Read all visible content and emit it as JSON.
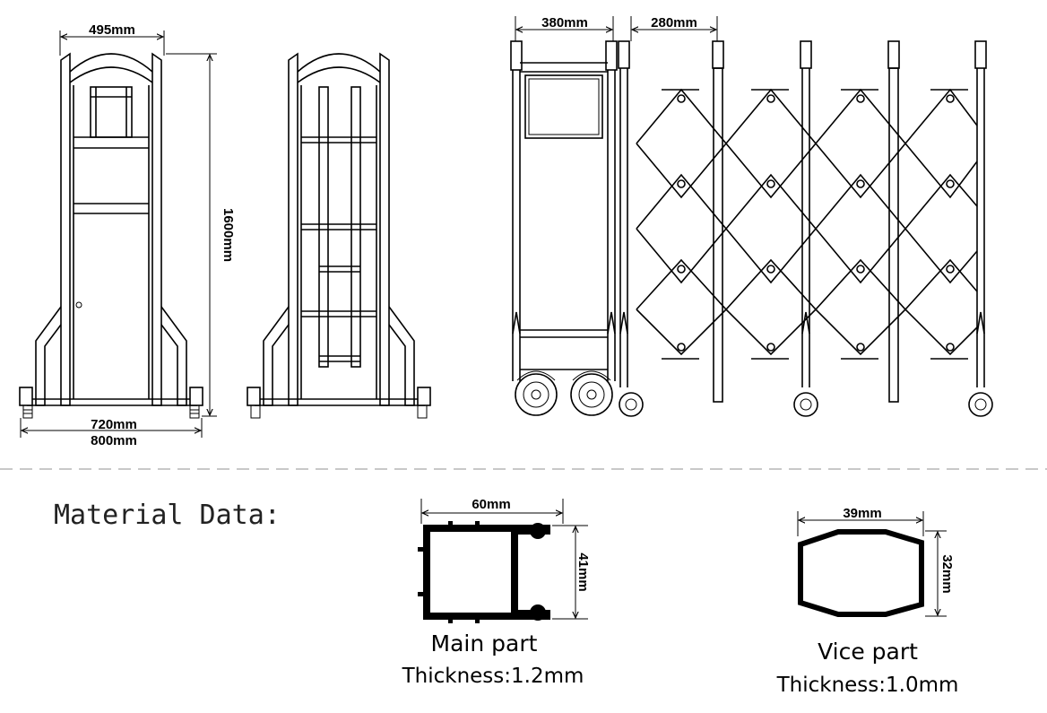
{
  "dimensions": {
    "front_top_width": "495mm",
    "front_height": "1600mm",
    "front_inner_width": "720mm",
    "front_outer_width": "800mm",
    "cabinet_width": "380mm",
    "section_spacing": "280mm"
  },
  "material": {
    "heading": "Material Data:",
    "main_part": {
      "width": "60mm",
      "height": "41mm",
      "title": "Main part",
      "thickness": "Thickness:1.2mm"
    },
    "vice_part": {
      "width": "39mm",
      "height": "32mm",
      "title": "Vice part",
      "thickness": "Thickness:1.0mm"
    }
  },
  "colors": {
    "line": "#000000",
    "divider": "#c8c8c8",
    "background": "#ffffff"
  }
}
